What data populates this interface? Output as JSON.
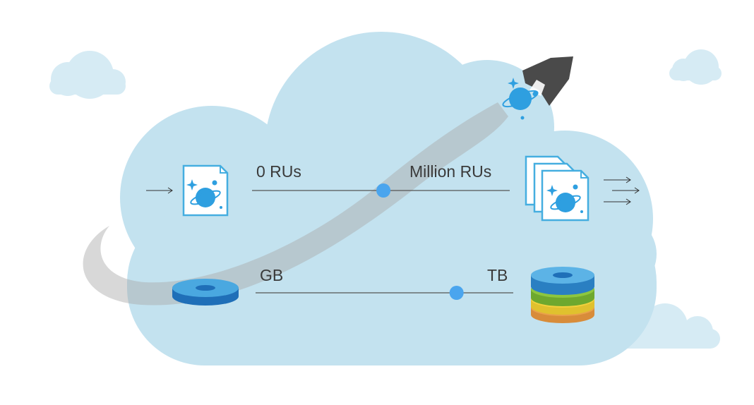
{
  "throughput_scale": {
    "min_label": "0 RUs",
    "max_label": "Million RUs",
    "slider_position": 0.51
  },
  "storage_scale": {
    "min_label": "GB",
    "max_label": "TB",
    "slider_position": 0.78
  },
  "colors": {
    "cloud_main": "#c3e2ef",
    "cloud_small": "#d6ebf4",
    "swoosh": "#a8a8a8",
    "slider_knob": "#4aa5ee",
    "scale_line": "#555555",
    "planet_blue": "#2e9fe0",
    "doc_border": "#45aee0",
    "rocket_body": "#4a4a4a",
    "disk_blue": "#3a97d4",
    "disk_green": "#8dc63f",
    "disk_yellow": "#f2d13d",
    "disk_orange": "#e9a14b"
  },
  "icons": [
    "single-document-icon",
    "document-stack-icon",
    "rocket-icon",
    "single-disk-icon",
    "disk-stack-icon",
    "arrow-icon"
  ]
}
